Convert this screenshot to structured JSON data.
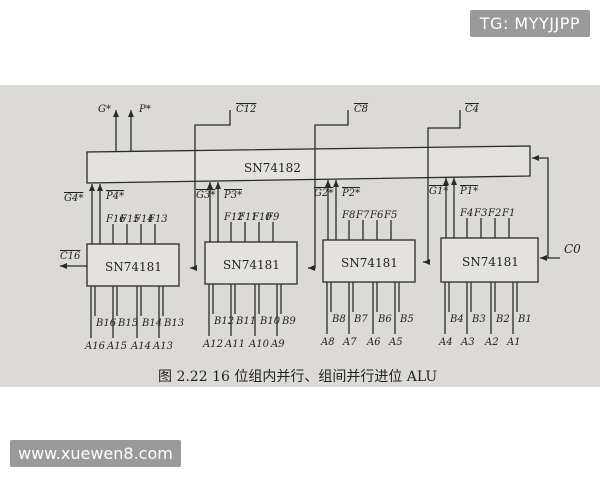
{
  "watermark_top": "TG: MYYJJPP",
  "watermark_bottom": "www.xuewen8.com",
  "caption": "图 2.22    16 位组内并行、组间并行进位 ALU",
  "chip_182": "SN74182",
  "chip_181": "SN74181",
  "sig": {
    "G": "G*",
    "P": "P*",
    "C12": "C12",
    "C8": "C8",
    "C4": "C4",
    "C16": "C16",
    "C0": "C0",
    "G4": "G4*",
    "P4": "P4*",
    "G3": "G3*",
    "P3": "P3*",
    "G2": "G2*",
    "P2": "P2*",
    "G1": "G1*",
    "P1": "P1*"
  },
  "groups": [
    {
      "f": [
        "F16",
        "F15",
        "F14",
        "F13"
      ],
      "b": [
        "B16",
        "B15",
        "B14",
        "B13"
      ],
      "a": [
        "A16",
        "A15",
        "A14",
        "A13"
      ]
    },
    {
      "f": [
        "F12",
        "F11",
        "F10",
        "F9"
      ],
      "b": [
        "B12",
        "B11",
        "B10",
        "B9"
      ],
      "a": [
        "A12",
        "A11",
        "A10",
        "A9"
      ]
    },
    {
      "f": [
        "F8",
        "F7",
        "F6",
        "F5"
      ],
      "b": [
        "B8",
        "B7",
        "B6",
        "B5"
      ],
      "a": [
        "A8",
        "A7",
        "A6",
        "A5"
      ]
    },
    {
      "f": [
        "F4",
        "F3",
        "F2",
        "F1"
      ],
      "b": [
        "B4",
        "B3",
        "B2",
        "B1"
      ],
      "a": [
        "A4",
        "A3",
        "A2",
        "A1"
      ]
    }
  ]
}
